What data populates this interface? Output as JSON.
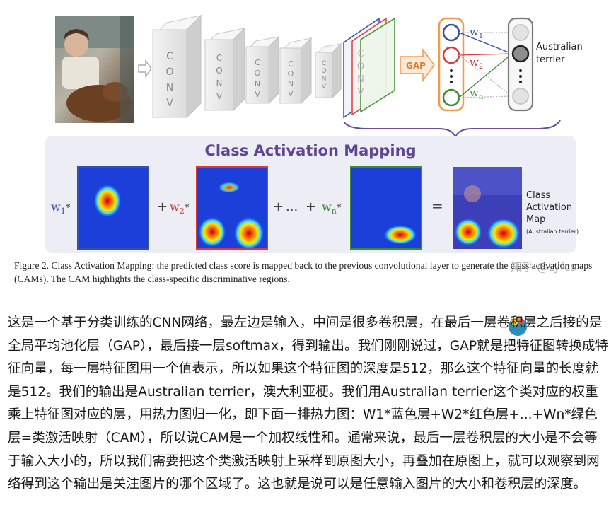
{
  "figure": {
    "conv_label": "CONV",
    "gap_label": "GAP",
    "weights": {
      "w1": "w",
      "w1_sub": "1",
      "w2": "w",
      "w2_sub": "2",
      "wn": "w",
      "wn_sub": "n"
    },
    "output_label_line1": "Australian",
    "output_label_line2": "terrier",
    "cam_title": "Class Activation Mapping",
    "equation": {
      "times": "*",
      "plus": "+",
      "ellipsis": "...",
      "equals": "="
    },
    "result_label": [
      "Class",
      "Activation",
      "Map"
    ],
    "result_sublabel": "(Australian terrier)",
    "colors": {
      "blue": "#3a4fa8",
      "red": "#d33a3a",
      "green": "#3a8a2e",
      "orange": "#f29b4a",
      "purple": "#6a4c9c",
      "panel_bg": "#edeef5"
    }
  },
  "caption": "Figure 2. Class Activation Mapping: the predicted class score is mapped back to the previous convolutional layer to generate the class activation maps (CAMs). The CAM highlights the class-specific discriminative regions.",
  "watermark": "知乎 @Lyfcs",
  "article": {
    "text": "这是一个基于分类训练的CNN网络，最左边是输入，中间是很多卷积层，在最后一层卷积层之后接的是全局平均池化层（GAP），最后接一层softmax，得到输出。我们刚刚说过，GAP就是把特征图转换成特征向量，每一层特征图用一个值表示，所以如果这个特征图的深度是512，那么这个特征向量的长度就是512。我们的输出是Australian terrier，澳大利亚梗。我们用Australian terrier这个类对应的权重乘上特征图对应的层，用热力图归一化，即下面一排热力图：W1*蓝色层+W2*红色层+...+Wn*绿色层=类激活映射（CAM），所以说CAM是一个加权线性和。通常来说，最后一层卷积层的大小是不会等于输入大小的，所以我们需要把这个类激活映射上采样到原图大小，再叠加在原图上，就可以观察到网络得到这个输出是关注图片的哪个区域了。这也就是说可以是任意输入图片的大小和卷积层的深度。"
  }
}
